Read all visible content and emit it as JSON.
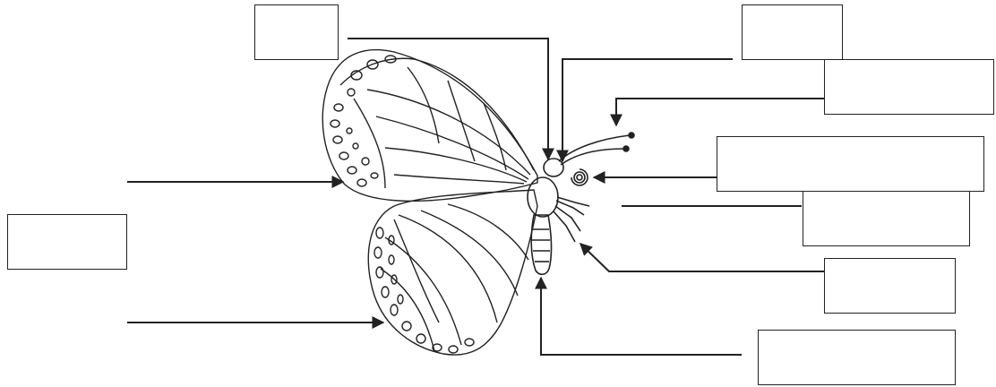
{
  "diagram": {
    "subject": "butterfly",
    "line_color": "#222222",
    "background": "#ffffff",
    "labels": [
      {
        "id": "top-center",
        "text": ""
      },
      {
        "id": "top-right",
        "text": ""
      },
      {
        "id": "right-1",
        "text": ""
      },
      {
        "id": "right-2",
        "text": ""
      },
      {
        "id": "right-3",
        "text": ""
      },
      {
        "id": "right-4",
        "text": ""
      },
      {
        "id": "bottom-right",
        "text": ""
      },
      {
        "id": "left",
        "text": ""
      }
    ]
  }
}
